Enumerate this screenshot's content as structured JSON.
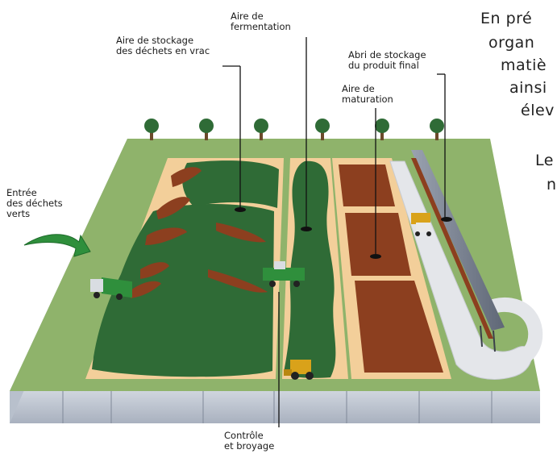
{
  "labels": {
    "entree_line1": "Entrée",
    "entree_line2": "des déchets",
    "entree_line3": "verts",
    "vrac_line1": "Aire de stockage",
    "vrac_line2": "des déchets en vrac",
    "fermentation_line1": "Aire de",
    "fermentation_line2": "fermentation",
    "maturation_line1": "Aire de",
    "maturation_line2": "maturation",
    "abri_line1": "Abri de stockage",
    "abri_line2": "du produit final",
    "controle_line1": "Contrôle",
    "controle_line2": "et broyage"
  },
  "side_text": {
    "line1": "En pré",
    "line2": "organ",
    "line3": "matiè",
    "line4": "ainsi",
    "line5": "élev",
    "line6": "Le",
    "line7": "n"
  },
  "colors": {
    "grass": "#8fb36b",
    "sand": "#f3cf9a",
    "compost_green": "#2f6b36",
    "compost_brown": "#8c3f1f",
    "road": "#e4e6ea",
    "wall": "#bcc3cf"
  }
}
